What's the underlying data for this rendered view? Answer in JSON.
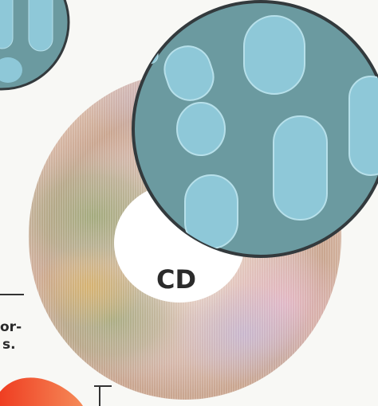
{
  "figure": {
    "disc_label": "CD",
    "cropped_text_lines": [
      "or-",
      "s."
    ]
  },
  "colors": {
    "page_background": "#f8f8f5",
    "magnifier_fill": "#6b9aa0",
    "magnifier_border": "#333a3d",
    "pit_fill": "#8ec8d8",
    "pit_highlight": "#b7e0ea",
    "disc_warm": "#d7b6a8",
    "disc_green": "#9fa17a",
    "disc_pink": "#ddb8c7",
    "disc_gold": "#d4b16f",
    "cd_label_color": "#2b2b2b",
    "orange_blob": "#f04a25"
  }
}
